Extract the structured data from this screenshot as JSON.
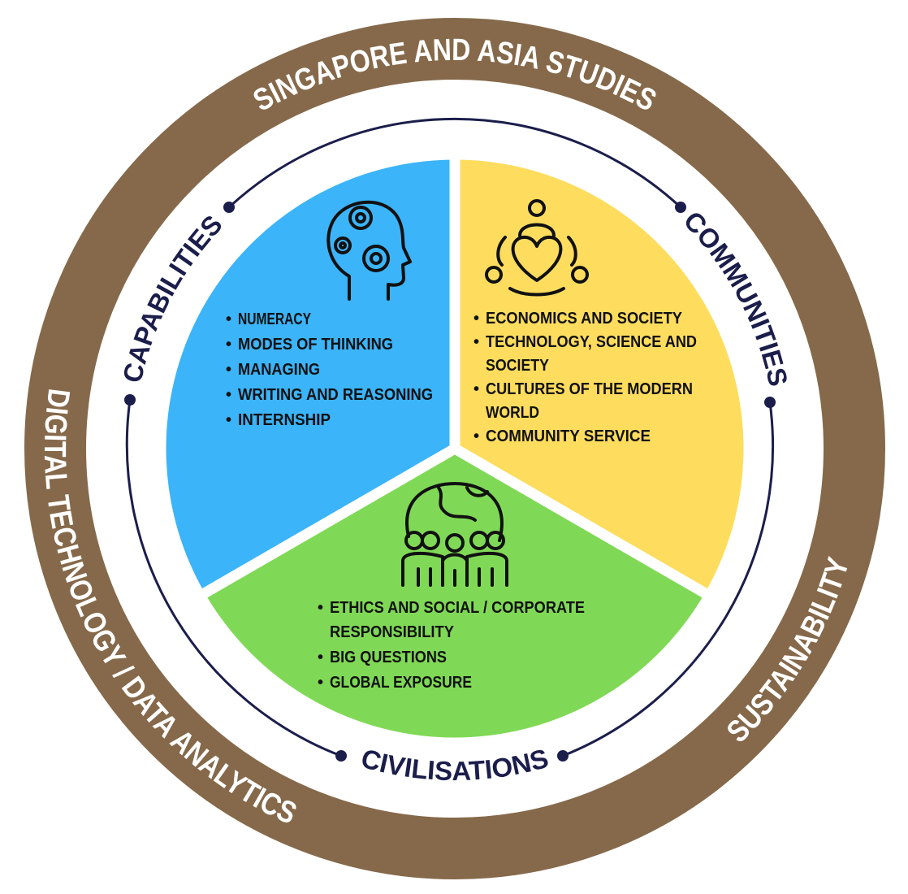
{
  "outer_ring": {
    "top": "SINGAPORE AND ASIA STUDIES",
    "left": "DIGITAL TECHNOLOGY / DATA ANALYTICS",
    "right": "SUSTAINABILITY"
  },
  "pillars": {
    "capabilities": {
      "title": "CAPABILITIES",
      "icon": "head-gears-icon",
      "items": [
        "NUMERACY",
        "MODES OF THINKING",
        "MANAGING",
        "WRITING AND REASONING",
        "INTERNSHIP"
      ]
    },
    "communities": {
      "title": "COMMUNITIES",
      "icon": "community-heart-icon",
      "items": [
        "ECONOMICS AND SOCIETY",
        "TECHNOLOGY, SCIENCE AND",
        "SOCIETY",
        "CULTURES OF THE MODERN",
        "WORLD",
        "COMMUNITY SERVICE"
      ]
    },
    "civilisations": {
      "title": "CIVILISATIONS",
      "icon": "globe-people-icon",
      "items": [
        "ETHICS AND SOCIAL / CORPORATE",
        "RESPONSIBILITY",
        "BIG QUESTIONS",
        "GLOBAL EXPOSURE"
      ]
    }
  },
  "colors": {
    "ring": "#85694a",
    "navy": "#1b1e4b",
    "blue": "#3bb4f9",
    "yellow": "#fedd5e",
    "green": "#80d956"
  }
}
